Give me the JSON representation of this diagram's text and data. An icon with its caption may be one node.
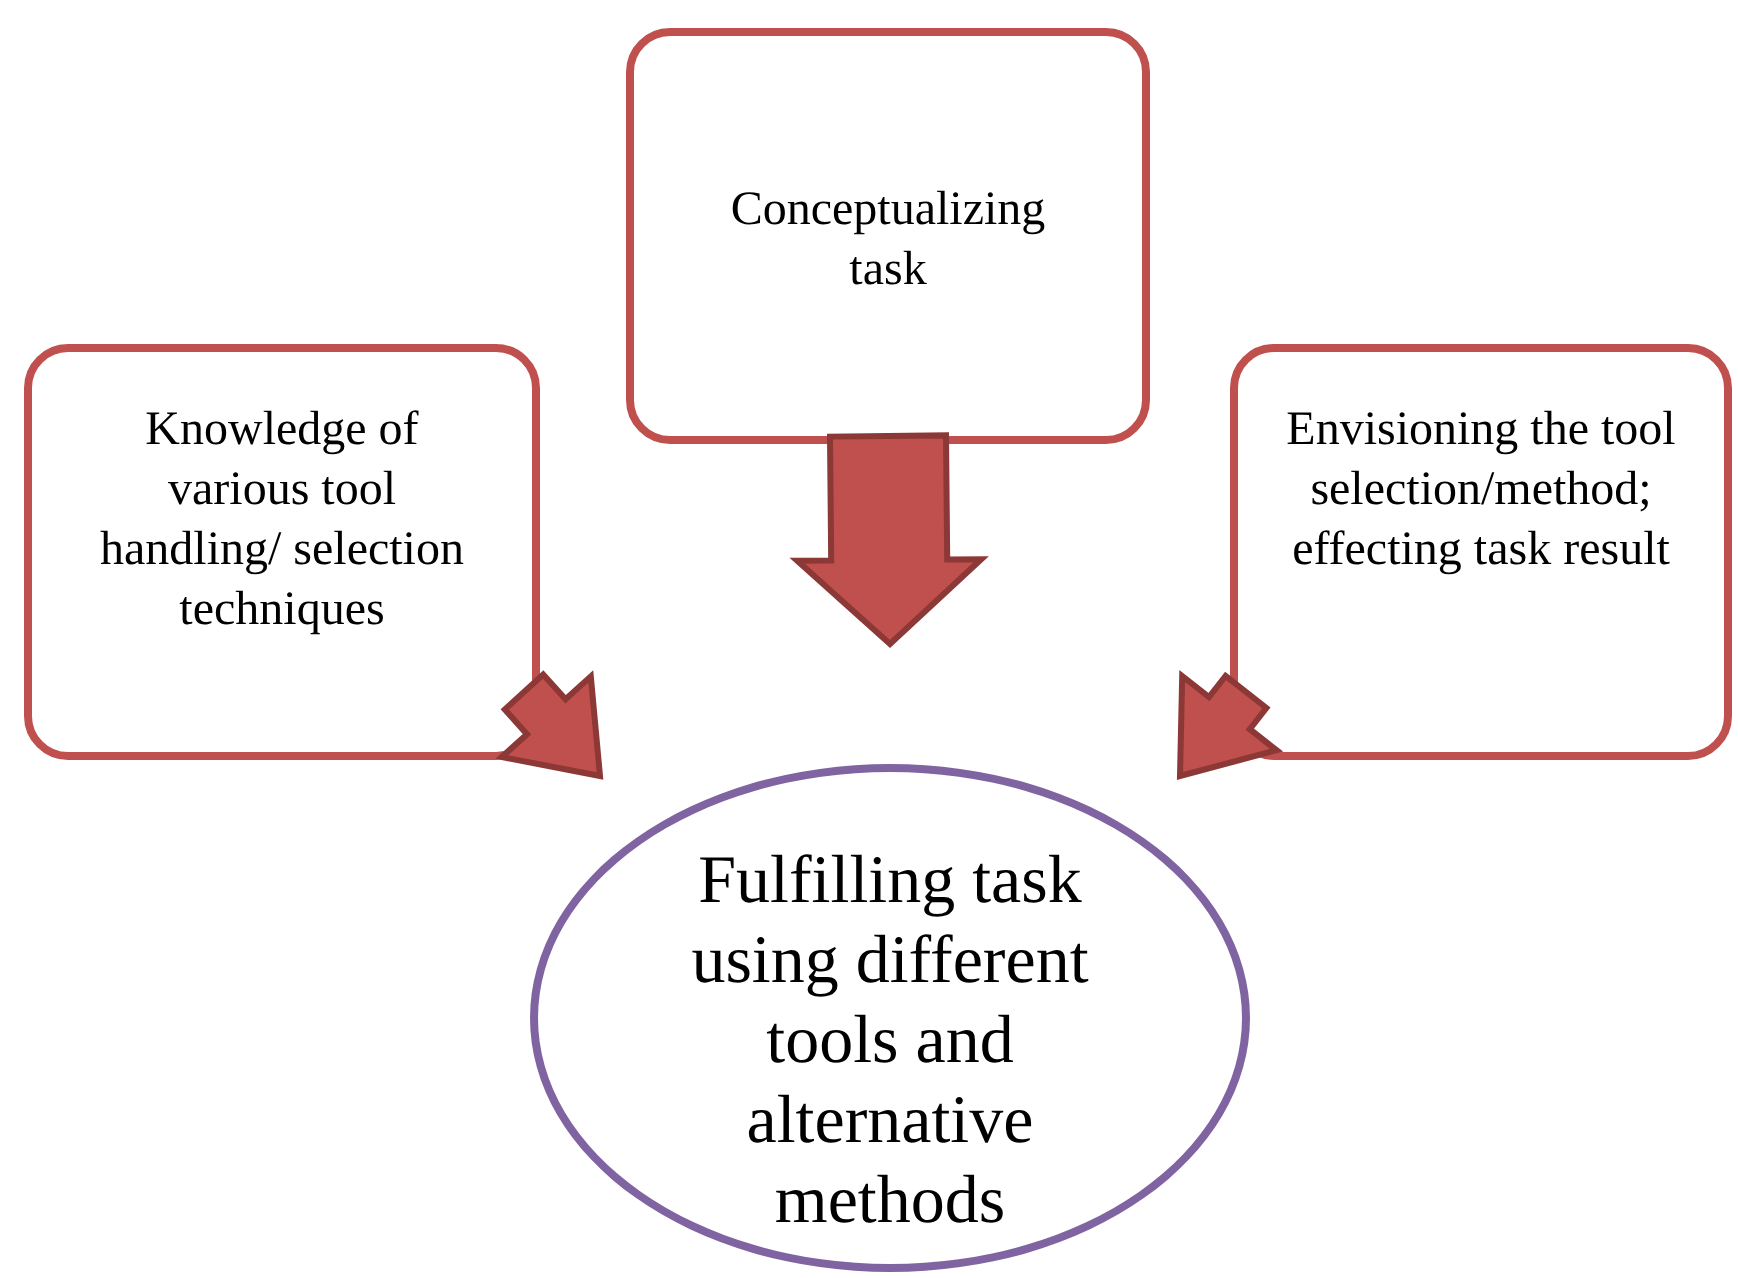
{
  "diagram": {
    "nodes": [
      {
        "text": [
          "Knowledge of various tool handling/ selection techniques"
        ]
      },
      {
        "text": [
          "Conceptualizing task"
        ]
      },
      {
        "text": [
          "Envisioning the tool selection/method; effecting task result"
        ]
      },
      {
        "text": [
          "Fulfilling task using different tools and alternative methods"
        ]
      }
    ],
    "edges": [
      {
        "from": 0,
        "to": 3,
        "arrow": "to"
      },
      {
        "from": 1,
        "to": 3,
        "arrow": "to"
      },
      {
        "from": 2,
        "to": 3,
        "arrow": "to"
      }
    ]
  }
}
